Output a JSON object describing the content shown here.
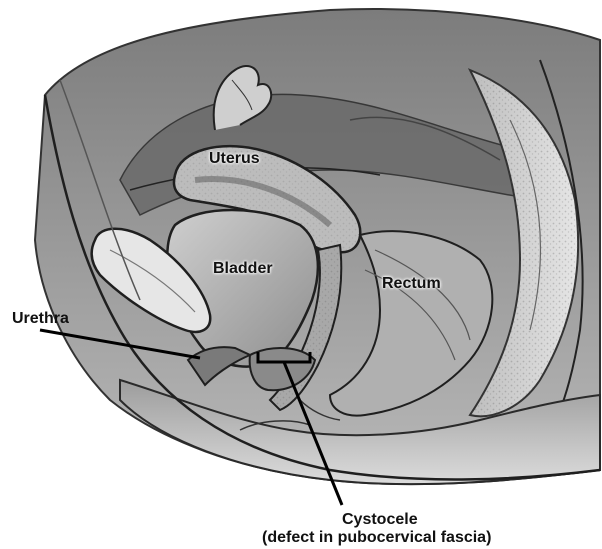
{
  "labels": {
    "uterus": "Uterus",
    "bladder": "Bladder",
    "rectum": "Rectum",
    "urethra": "Urethra",
    "cystocele": "Cystocele",
    "cystocele_note": "(defect in pubocervical fascia)"
  },
  "colors": {
    "background": "#ffffff",
    "ink": "#111111",
    "tissue_dark": "#5a5a5a",
    "tissue_mid": "#9a9a9a",
    "tissue_light": "#d4d4d4"
  }
}
